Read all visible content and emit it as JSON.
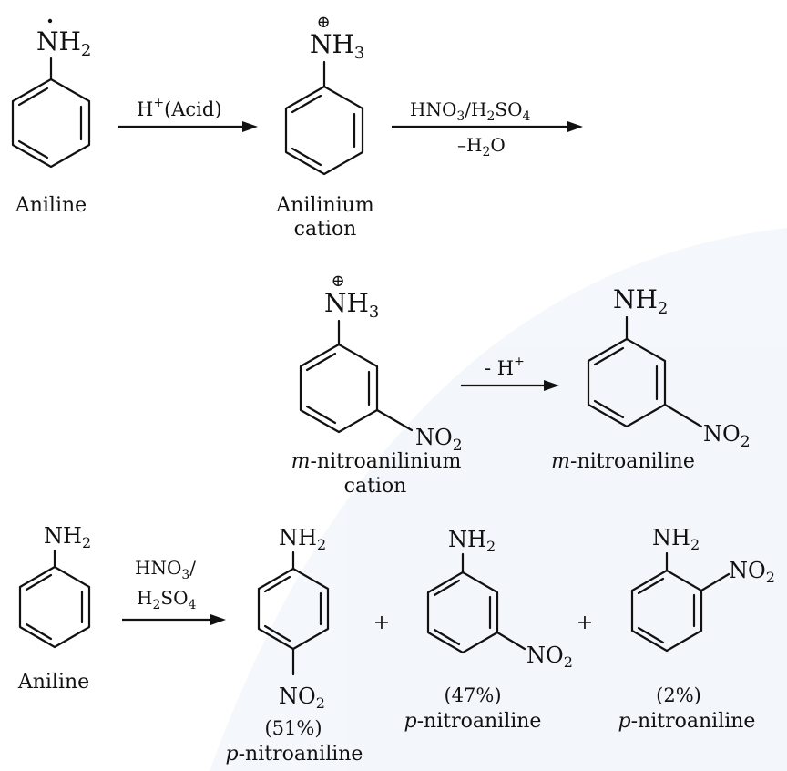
{
  "reaction1": {
    "reactant": {
      "group_main": "NH",
      "group_sub": "2",
      "name": "Aniline"
    },
    "arrow1": {
      "label_main": "H",
      "label_sup": "+",
      "label_rest": "(Acid)"
    },
    "intermediate": {
      "charge": "⊕",
      "group_main": "NH",
      "group_sub": "3",
      "name_line1": "Anilinium",
      "name_line2": "cation"
    },
    "arrow2": {
      "top_a": "HNO",
      "top_a_sub": "3",
      "top_b": "/H",
      "top_b_sub": "2",
      "top_c": "SO",
      "top_c_sub": "4",
      "bottom_pre": "–H",
      "bottom_sub": "2",
      "bottom_post": "O"
    }
  },
  "reaction2": {
    "reactant": {
      "charge": "⊕",
      "group_main": "NH",
      "group_sub": "3",
      "substituent": "NO",
      "substituent_sub": "2",
      "name_prefix": "m",
      "name_rest": "-nitroanilinium",
      "name_line2": "cation"
    },
    "arrow": {
      "label_pre": "- H",
      "label_sup": "+"
    },
    "product": {
      "group_main": "NH",
      "group_sub": "2",
      "substituent": "NO",
      "substituent_sub": "2",
      "name_prefix": "m",
      "name_rest": "-nitroaniline"
    }
  },
  "reaction3": {
    "reactant": {
      "group_main": "NH",
      "group_sub": "2",
      "name": "Aniline"
    },
    "arrow": {
      "line1_main": "HNO",
      "line1_sub": "3",
      "line1_post": "/",
      "line2_a": "H",
      "line2_a_sub": "2",
      "line2_b": "SO",
      "line2_b_sub": "4"
    },
    "plus1": "+",
    "plus2": "+",
    "product1": {
      "group_main": "NH",
      "group_sub": "2",
      "substituent": "NO",
      "substituent_sub": "2",
      "yield": "(51%)",
      "name_prefix": "p",
      "name_rest": "-nitroaniline"
    },
    "product2": {
      "group_main": "NH",
      "group_sub": "2",
      "substituent": "NO",
      "substituent_sub": "2",
      "yield": "(47%)",
      "name_prefix": "p",
      "name_rest": "-nitroaniline"
    },
    "product3": {
      "group_main": "NH",
      "group_sub": "2",
      "substituent": "NO",
      "substituent_sub": "2",
      "yield": "(2%)",
      "name_prefix": "p",
      "name_rest": "-nitroaniline"
    }
  }
}
